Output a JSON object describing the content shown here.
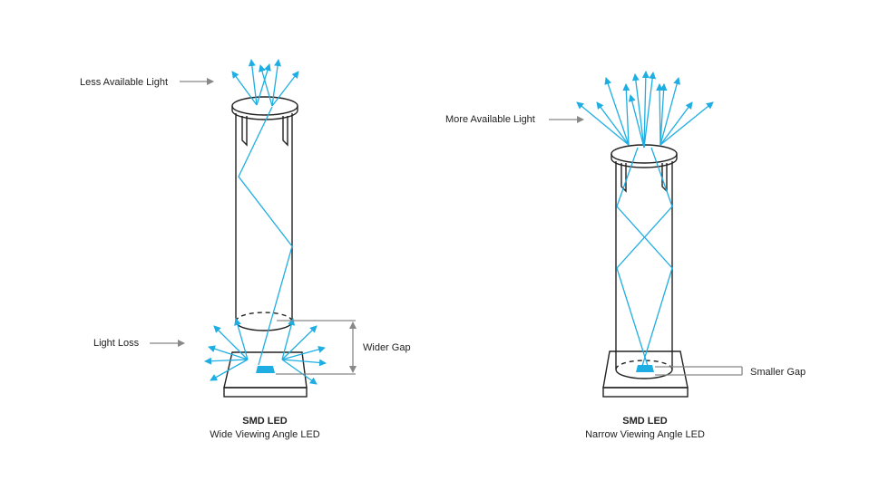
{
  "colors": {
    "light": "#1eaee3",
    "outline": "#222222",
    "pointer": "#888888"
  },
  "left": {
    "top_label": "Less Available Light",
    "side_label": "Light Loss",
    "gap_label": "Wider Gap",
    "title": "SMD LED",
    "subtitle": "Wide Viewing Angle LED"
  },
  "right": {
    "top_label": "More Available Light",
    "gap_label": "Smaller Gap",
    "title": "SMD LED",
    "subtitle": "Narrow Viewing Angle LED"
  }
}
